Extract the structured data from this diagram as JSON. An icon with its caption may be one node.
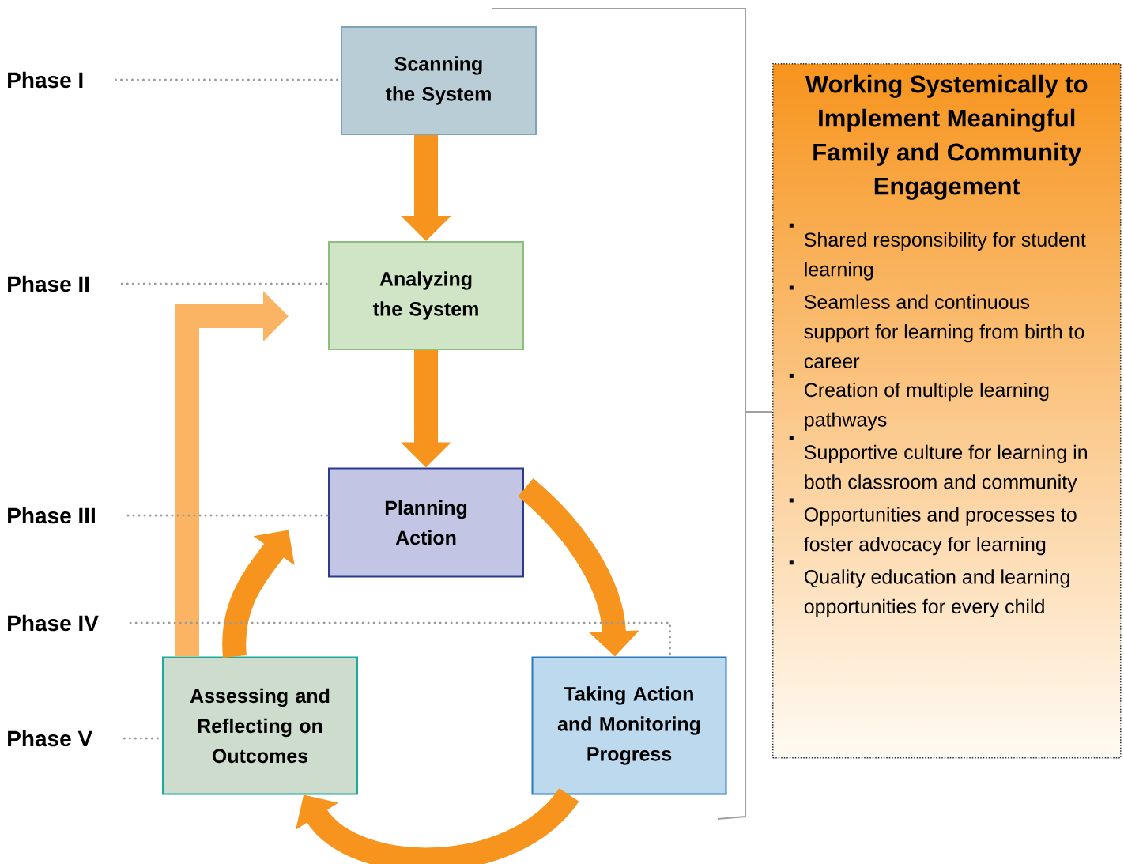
{
  "diagram": {
    "nodes": [
      {
        "text": [
          "Phase I"
        ]
      },
      {
        "text": [
          "Phase II"
        ]
      },
      {
        "text": [
          "Phase III"
        ]
      },
      {
        "text": [
          "Phase IV"
        ]
      },
      {
        "text": [
          "Phase V"
        ]
      },
      {
        "text": [
          "Scanning the System"
        ]
      },
      {
        "text": [
          "Analyzing the System"
        ]
      },
      {
        "text": [
          "Planning Action"
        ]
      },
      {
        "text": [
          "Taking Action and Monitoring Progress"
        ]
      },
      {
        "text": [
          "Assessing and Reflecting on Outcomes"
        ]
      },
      {
        "text": [
          "Working Systemically to Implement Meaningful Family and Community Engagement",
          "Shared responsibility for student learning",
          "Seamless and continuous support for learning from birth to career",
          "Creation of multiple learning pathways",
          "Supportive culture for learning in both classroom and community",
          "Opportunities and processes to foster advocacy for learning",
          "Quality education and learning opportunities for every child"
        ]
      }
    ],
    "edges": [
      {
        "from": 5,
        "to": 6,
        "arrow": "to"
      },
      {
        "from": 6,
        "to": 7,
        "arrow": "to"
      },
      {
        "from": 7,
        "to": 8,
        "arrow": "to"
      },
      {
        "from": 8,
        "to": 9,
        "arrow": "to"
      },
      {
        "from": 9,
        "to": 7,
        "arrow": "to"
      },
      {
        "from": 9,
        "to": 6,
        "arrow": "to",
        "color": "#fbb463"
      },
      {
        "from": 0,
        "to": 5,
        "arrow": "none",
        "style": "dashed",
        "color": "#9a9a9a"
      },
      {
        "from": 1,
        "to": 6,
        "arrow": "none",
        "style": "dashed",
        "color": "#9a9a9a"
      },
      {
        "from": 2,
        "to": 7,
        "arrow": "none",
        "style": "dashed",
        "color": "#9a9a9a"
      },
      {
        "from": 3,
        "to": 8,
        "arrow": "none",
        "style": "dashed",
        "color": "#9a9a9a"
      },
      {
        "from": 4,
        "to": 9,
        "arrow": "none",
        "style": "dashed",
        "color": "#9a9a9a"
      }
    ]
  }
}
